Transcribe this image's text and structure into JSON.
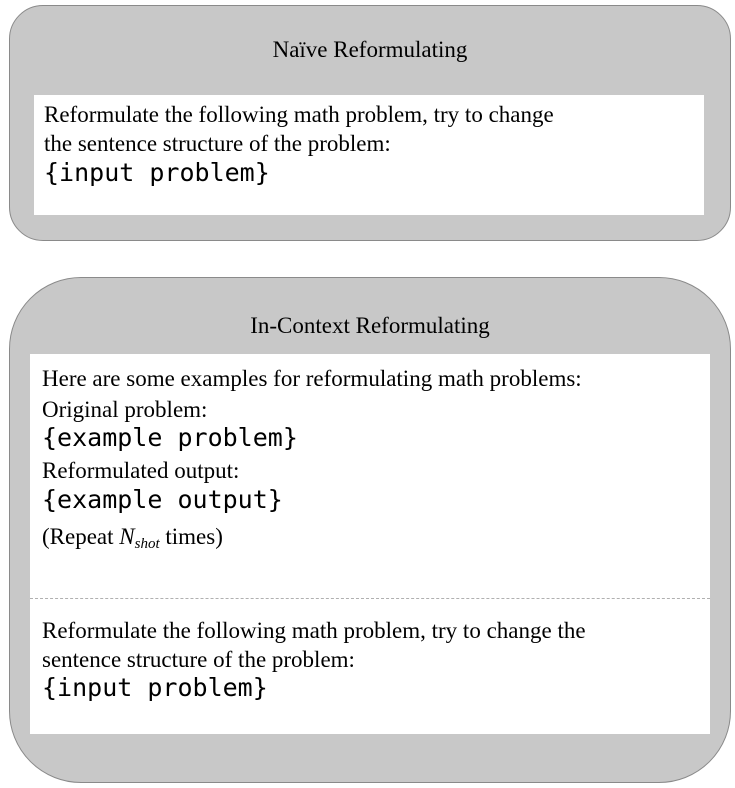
{
  "naive": {
    "title": "Naïve Reformulating",
    "line1": "Reformulate the following math problem, try to change",
    "line2": "the sentence structure of the problem:",
    "placeholder": "{input problem}"
  },
  "in_context": {
    "title": "In-Context Reformulating",
    "intro": "Here are some examples for reformulating math problems:",
    "original_label": "Original problem:",
    "example_problem": "{example problem}",
    "reformulated_label": "Reformulated output:",
    "example_output": "{example output}",
    "repeat_prefix": "(Repeat ",
    "repeat_var": "N",
    "repeat_sub": "shot",
    "repeat_suffix": " times)",
    "instruction_line1": "Reformulate the following math problem, try to change the",
    "instruction_line2": "sentence structure of the problem:",
    "placeholder": "{input problem}"
  }
}
